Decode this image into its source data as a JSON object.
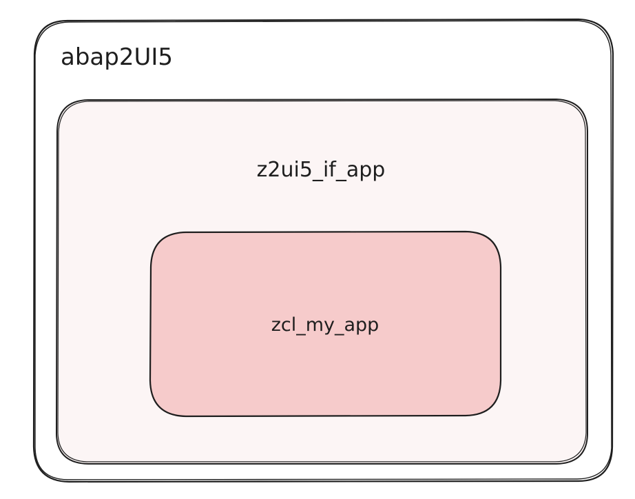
{
  "diagram": {
    "outer_box": {
      "label": "abap2UI5",
      "fill": "#ffffff",
      "stroke": "#1e1e1e"
    },
    "middle_box": {
      "label": "z2ui5_if_app",
      "fill": "#fcf5f5",
      "stroke": "#1e1e1e"
    },
    "inner_box": {
      "label": "zcl_my_app",
      "fill": "#f6cbcb",
      "stroke": "#1e1e1e"
    }
  }
}
